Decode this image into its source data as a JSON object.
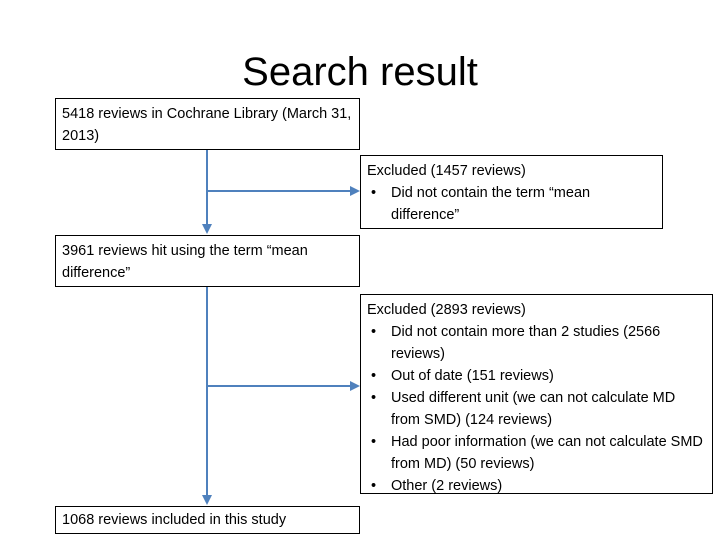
{
  "title": "Search result",
  "boxes": {
    "start": {
      "text": "5418 reviews in Cochrane Library (March 31, 2013)"
    },
    "excluded1": {
      "heading": "Excluded (1457 reviews)",
      "items": [
        "Did not contain the term “mean difference”"
      ]
    },
    "hit": {
      "text": "3961 reviews hit using the term “mean difference”"
    },
    "excluded2": {
      "heading": "Excluded (2893 reviews)",
      "items": [
        "Did not contain more than 2 studies (2566 reviews)",
        "Out of date (151 reviews)",
        "Used different unit (we can not calculate MD from SMD) (124 reviews)",
        "Had poor information (we can not calculate SMD from MD) (50 reviews)",
        "Other (2 reviews)"
      ]
    },
    "included": {
      "text": "1068 reviews included in this study"
    }
  },
  "colors": {
    "arrow": "#4f81bd",
    "border": "#000000"
  }
}
